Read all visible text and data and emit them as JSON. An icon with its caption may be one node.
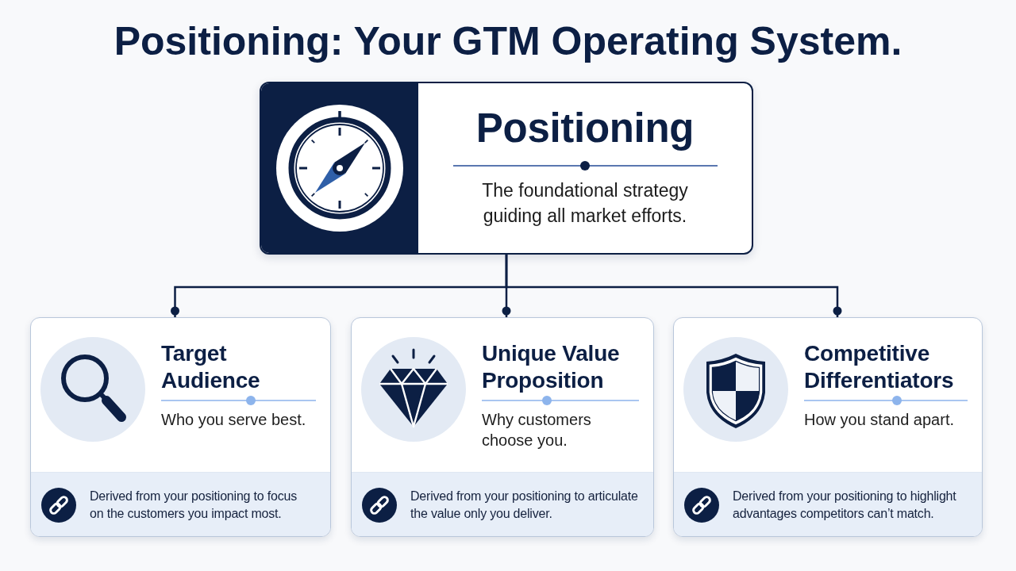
{
  "diagram": {
    "title": "Positioning: Your GTM Operating System.",
    "nodes": [
      {
        "text": [
          "Positioning",
          "The foundational strategy guiding all market efforts."
        ]
      },
      {
        "text": [
          "Target Audience",
          "Who you serve best."
        ]
      },
      {
        "text": [
          "Derived from your positioning to focus on the customers you impact most."
        ],
        "in": 1
      },
      {
        "text": [
          "Unique Value Proposition",
          "Why customers choose you."
        ]
      },
      {
        "text": [
          "Derived from your positioning to articulate the value only you deliver."
        ],
        "in": 3
      },
      {
        "text": [
          "Competitive Differentiators",
          "How you stand apart."
        ]
      },
      {
        "text": [
          "Derived from your positioning to highlight advantages competitors can’t match."
        ],
        "in": 5
      }
    ],
    "edges": [
      {
        "from": 0,
        "to": 1,
        "arrow": "other"
      },
      {
        "from": 0,
        "to": 3,
        "arrow": "other"
      },
      {
        "from": 0,
        "to": 5,
        "arrow": "other"
      }
    ]
  }
}
